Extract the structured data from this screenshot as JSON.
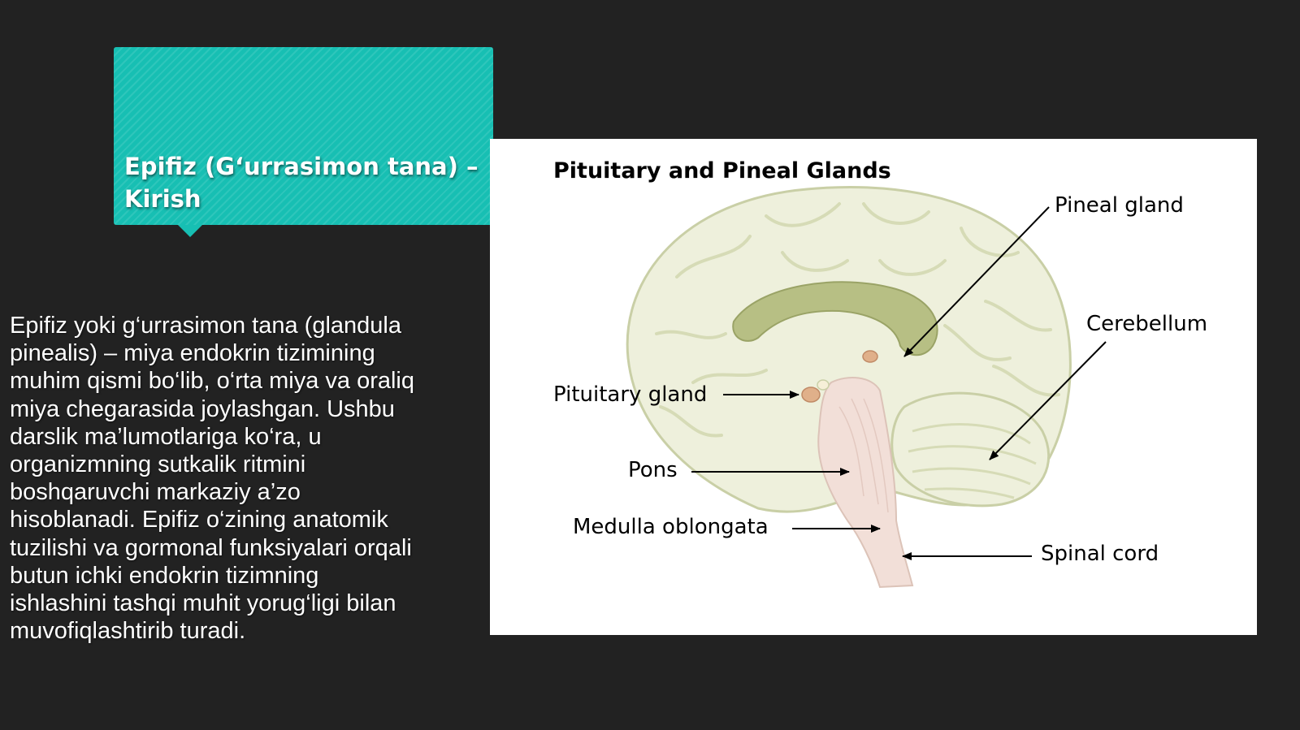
{
  "slide": {
    "title": "Epifiz (G‘urrasimon tana) – Kirish",
    "body": "Epifiz yoki g‘urrasimon tana (glandula pinealis) – miya endokrin tizimining muhim qismi bo‘lib, o‘rta miya va oraliq miya chegarasida joylashgan. Ushbu darslik ma’lumotlariga ko‘ra, u organizmning sutkalik ritmini boshqaruvchi markaziy a’zo hisoblanadi. Epifiz o‘zining anatomik tuzilishi va gormonal funksiyalari orqali butun ichki endokrin tizimning ishlashini tashqi muhit yorug‘ligi bilan muvofiqlashtirib turadi."
  },
  "figure": {
    "heading": "Pituitary and Pineal Glands",
    "labels": {
      "pineal": "Pineal gland",
      "cerebellum": "Cerebellum",
      "pituitary": "Pituitary gland",
      "pons": "Pons",
      "medulla": "Medulla oblongata",
      "spinal": "Spinal cord"
    }
  },
  "colors": {
    "accent": "#17bfb3",
    "background": "#222222",
    "text": "#ffffff",
    "brain_fill": "#eef0dc",
    "brain_stroke": "#c9cfa6",
    "corpus": "#b7bf84",
    "stem": "#f2dfd8",
    "gland": "#e0b08a"
  }
}
